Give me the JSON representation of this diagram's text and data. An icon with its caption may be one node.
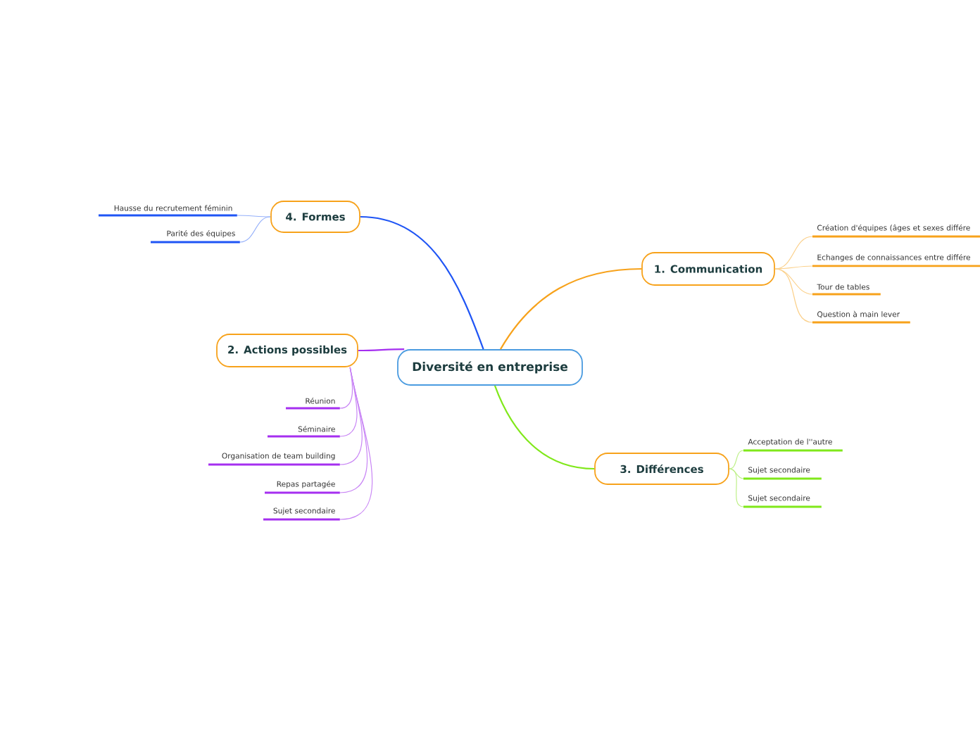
{
  "diagram": {
    "nodes": [
      {
        "text": [
          "Diversité en entreprise"
        ]
      },
      {
        "text": [
          "1. Communication"
        ]
      },
      {
        "text": [
          "Création d'équipes (âges et sexes différe"
        ]
      },
      {
        "text": [
          "Echanges de connaissances entre différe"
        ]
      },
      {
        "text": [
          "Tour de tables"
        ]
      },
      {
        "text": [
          "Question à main lever"
        ]
      },
      {
        "text": [
          "2. Actions possibles"
        ]
      },
      {
        "text": [
          "Réunion"
        ]
      },
      {
        "text": [
          "Séminaire"
        ]
      },
      {
        "text": [
          "Organisation de team building"
        ]
      },
      {
        "text": [
          "Repas partagée"
        ]
      },
      {
        "text": [
          "Sujet secondaire"
        ]
      },
      {
        "text": [
          "3. Différences"
        ]
      },
      {
        "text": [
          "Acceptation de l''autre"
        ]
      },
      {
        "text": [
          "Sujet secondaire"
        ]
      },
      {
        "text": [
          "Sujet secondaire"
        ]
      },
      {
        "text": [
          "4. Formes"
        ]
      },
      {
        "text": [
          "Hausse du recrutement féminin"
        ]
      },
      {
        "text": [
          "Parité des équipes"
        ]
      }
    ],
    "edges": [
      {
        "from": 0,
        "to": 1,
        "arrow": "none",
        "color": "#f7a21b"
      },
      {
        "from": 0,
        "to": 6,
        "arrow": "none",
        "color": "#a52ff0"
      },
      {
        "from": 0,
        "to": 12,
        "arrow": "none",
        "color": "#80e81a"
      },
      {
        "from": 0,
        "to": 16,
        "arrow": "none",
        "color": "#1f55f5"
      },
      {
        "from": 1,
        "to": 2,
        "arrow": "none",
        "color": "#fbd08a"
      },
      {
        "from": 1,
        "to": 3,
        "arrow": "none",
        "color": "#fbd08a"
      },
      {
        "from": 1,
        "to": 4,
        "arrow": "none",
        "color": "#fbd08a"
      },
      {
        "from": 1,
        "to": 5,
        "arrow": "none",
        "color": "#fbd08a"
      },
      {
        "from": 6,
        "to": 7,
        "arrow": "none",
        "color": "#c986f5"
      },
      {
        "from": 6,
        "to": 8,
        "arrow": "none",
        "color": "#c986f5"
      },
      {
        "from": 6,
        "to": 9,
        "arrow": "none",
        "color": "#c986f5"
      },
      {
        "from": 6,
        "to": 10,
        "arrow": "none",
        "color": "#c986f5"
      },
      {
        "from": 6,
        "to": 11,
        "arrow": "none",
        "color": "#c986f5"
      },
      {
        "from": 12,
        "to": 13,
        "arrow": "none",
        "color": "#bff08a"
      },
      {
        "from": 12,
        "to": 14,
        "arrow": "none",
        "color": "#bff08a"
      },
      {
        "from": 12,
        "to": 15,
        "arrow": "none",
        "color": "#bff08a"
      },
      {
        "from": 16,
        "to": 17,
        "arrow": "none",
        "color": "#95b0fa"
      },
      {
        "from": 16,
        "to": 18,
        "arrow": "none",
        "color": "#95b0fa"
      }
    ]
  }
}
